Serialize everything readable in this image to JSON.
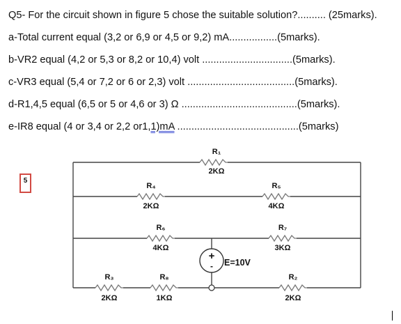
{
  "question": {
    "stem": "Q5- For the circuit shown in figure 5 chose the suitable solution?.......... (25marks).",
    "a_text": "a-Total current equal (3,2 or 6,9 or 4,5 or 9,2) mA",
    "a_dots": ".................",
    "a_marks": "(5marks).",
    "b_text": "b-VR2 equal (4,2 or 5,3 or 8,2 or 10,4) volt ",
    "b_dots": "................................",
    "b_marks": "(5marks).",
    "c_text": "c-VR3 equal (5,4 or 7,2 or 6 or 2,3) volt ",
    "c_dots": "......................................",
    "c_marks": "(5marks).",
    "d_text": "d-R1,4,5 equal (6,5 or 5 or 4,6 or 3) Ω ",
    "d_dots": ".........................................",
    "d_marks": "(5marks).",
    "e_text_pre": "e-IR8 equal (4 or 3,4 or 2,2 or1,",
    "e_text_ul": "1)mA",
    "e_dots": " ...........................................",
    "e_marks": "(5marks)"
  },
  "figure": {
    "number": "5",
    "resistors": {
      "r1": {
        "name": "R₁",
        "value": "2KΩ"
      },
      "r2": {
        "name": "R₂",
        "value": "2KΩ"
      },
      "r3": {
        "name": "R₃",
        "value": "2KΩ"
      },
      "r4": {
        "name": "R₄",
        "value": "2KΩ"
      },
      "r5": {
        "name": "R₅",
        "value": "4KΩ"
      },
      "r6": {
        "name": "R₆",
        "value": "4KΩ"
      },
      "r7": {
        "name": "R₇",
        "value": "3KΩ"
      },
      "r8": {
        "name": "R₈",
        "value": "1KΩ"
      }
    },
    "source": {
      "label": "E=10V",
      "plus": "+",
      "minus": "-"
    }
  }
}
